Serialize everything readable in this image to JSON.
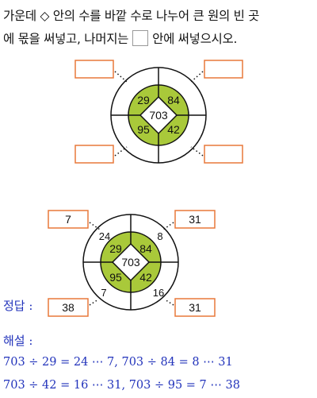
{
  "question": {
    "line1": "가운데 ◇ 안의 수를 바깥 수로 나누어 큰 원의 빈 곳",
    "line2_before": "에 몫을 써넣고, 나머지는",
    "line2_after": "안에 써넣으시오."
  },
  "problem": {
    "center": "703",
    "inner": {
      "top_left": "29",
      "top_right": "84",
      "bottom_left": "95",
      "bottom_right": "42"
    }
  },
  "answer": {
    "label": "정답 :",
    "center": "703",
    "inner": {
      "top_left": "29",
      "top_right": "84",
      "bottom_left": "95",
      "bottom_right": "42"
    },
    "quotients": {
      "top_left": "24",
      "top_right": "8",
      "bottom_left": "7",
      "bottom_right": "16"
    },
    "remainders": {
      "top_left": "7",
      "top_right": "31",
      "bottom_left": "38",
      "bottom_right": "31"
    }
  },
  "explanation": {
    "label": "해설 :",
    "line1": "703 ÷ 29 = 24 ⋯ 7,  703 ÷ 84 = 8 ⋯ 31",
    "line2": "703 ÷ 42 = 16 ⋯ 31,  703 ÷ 95 = 7 ⋯ 38"
  },
  "colors": {
    "inner_ring": "#a9c93a",
    "box_border": "#e8793a",
    "answer_blue": "#2233bb"
  }
}
